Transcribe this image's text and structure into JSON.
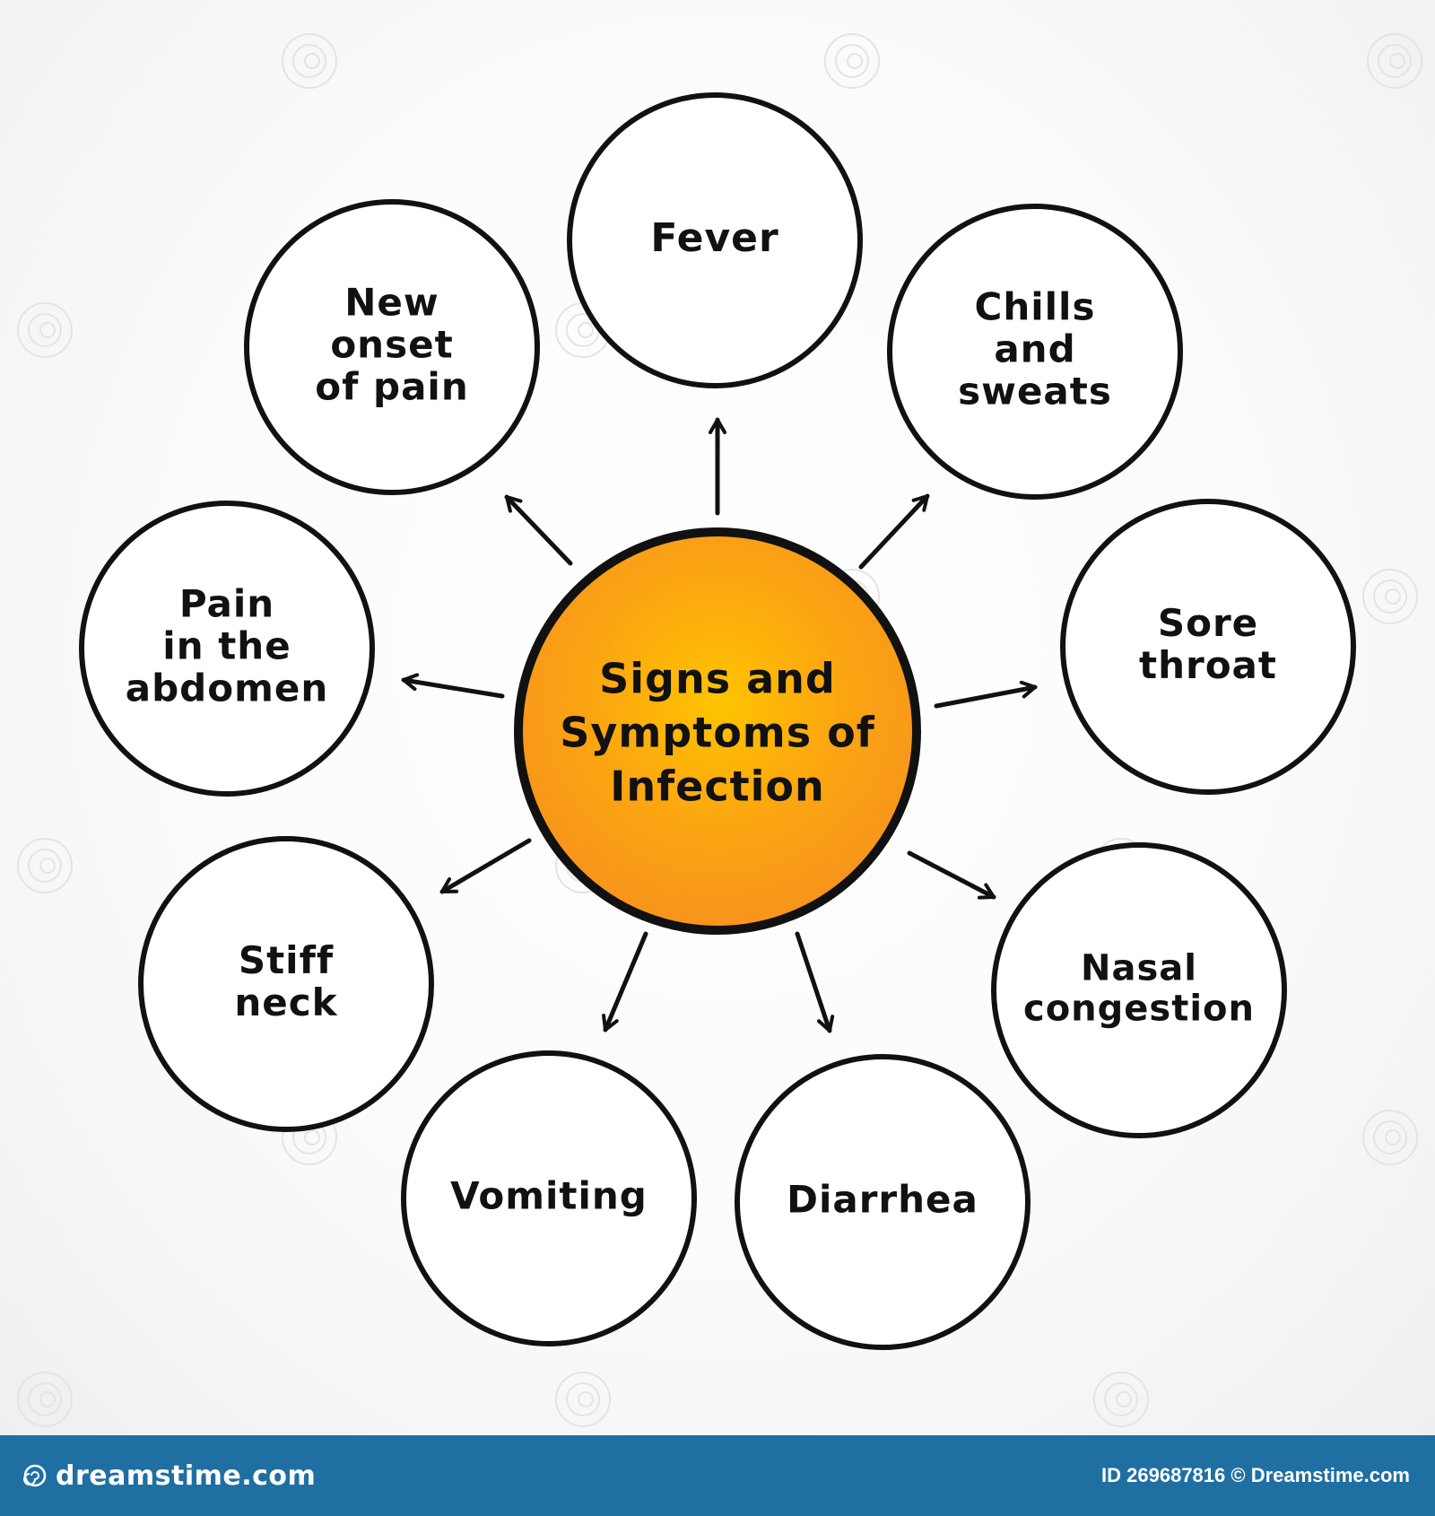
{
  "diagram": {
    "center": {
      "lines": [
        "Signs and",
        "Symptoms of",
        "Infection"
      ],
      "fill_color": "#f7931e",
      "highlight_color": "#ffc400",
      "stroke_color": "#111111"
    },
    "nodes": [
      {
        "id": "fever",
        "lines": [
          "Fever"
        ]
      },
      {
        "id": "chills-and-sweats",
        "lines": [
          "Chills",
          "and",
          "sweats"
        ]
      },
      {
        "id": "sore-throat",
        "lines": [
          "Sore",
          "throat"
        ]
      },
      {
        "id": "nasal-congestion",
        "lines": [
          "Nasal",
          "congestion"
        ]
      },
      {
        "id": "diarrhea",
        "lines": [
          "Diarrhea"
        ]
      },
      {
        "id": "vomiting",
        "lines": [
          "Vomiting"
        ]
      },
      {
        "id": "stiff-neck",
        "lines": [
          "Stiff",
          "neck"
        ]
      },
      {
        "id": "pain-in-the-abdomen",
        "lines": [
          "Pain",
          "in the",
          "abdomen"
        ]
      },
      {
        "id": "new-onset-of-pain",
        "lines": [
          "New",
          "onset",
          "of pain"
        ]
      }
    ]
  },
  "footer": {
    "left_logo_text": "dreamstime.com",
    "left_icon": "spiral-logo-icon",
    "right_text": "ID 269687816 © Dreamstime.com",
    "background_color": "#1f6fa3"
  },
  "watermark": {
    "icon": "spiral-watermark-icon"
  }
}
